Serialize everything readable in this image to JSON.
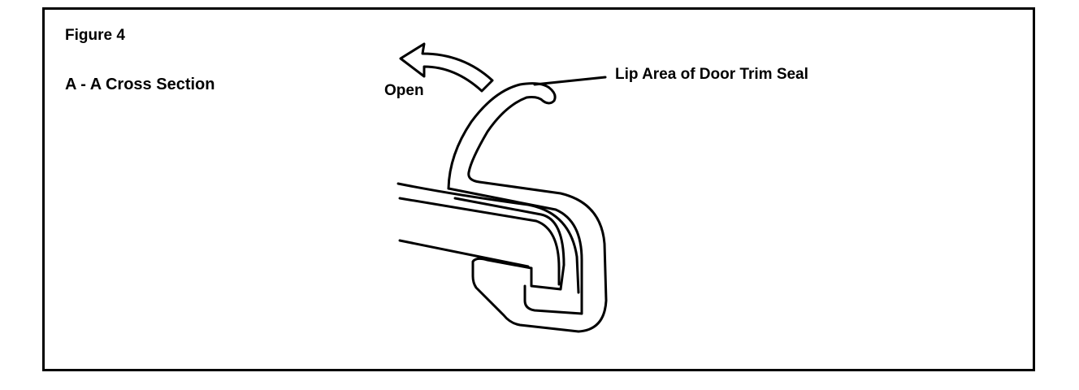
{
  "figure": {
    "title": "Figure 4",
    "section_label": "A - A Cross Section",
    "open_label": "Open",
    "callout_label": "Lip Area of Door Trim Seal"
  },
  "colors": {
    "line": "#000000",
    "background": "#ffffff"
  }
}
